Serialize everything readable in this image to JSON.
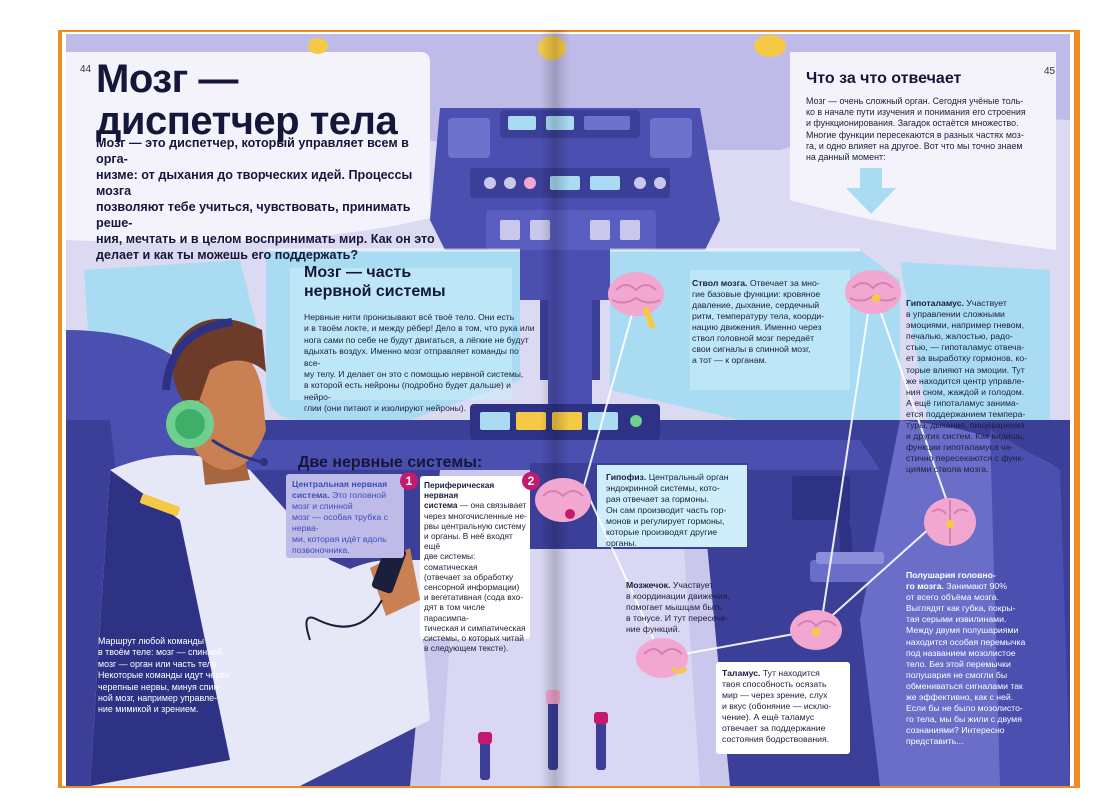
{
  "pages": {
    "left": "44",
    "right": "45"
  },
  "left": {
    "title_lines": [
      "Мозг —",
      "диспетчер тела"
    ],
    "lead_lines": [
      "Мозг — это диспетчер, который управляет всем в орга-",
      "низме: от дыхания до творческих идей. Процессы мозга",
      "позволяют тебе учиться, чувствовать, принимать реше-",
      "ния, мечтать и в целом воспринимать мир. Как он это",
      "делает и как ты можешь его поддержать?"
    ],
    "nervous": {
      "heading_lines": [
        "Мозг — часть",
        "нервной системы"
      ],
      "body_lines": [
        "Нервные нити пронизывают всё твоё тело. Они есть",
        "и в твоём локте, и между рёбер! Дело в том, что рука или",
        "нога сами по себе не будут двигаться, а лёгкие не будут",
        "вдыхать воздух. Именно мозг отправляет команды по все-",
        "му телу. И делает он это с помощью нервной системы,",
        "в которой есть нейроны (подробно будет дальше) и нейро-",
        "глии (они питают и изолируют нейроны)."
      ]
    },
    "two_systems": {
      "heading": "Две нервные системы:"
    },
    "central": {
      "title_lines": [
        "Центральная нервная",
        "система."
      ],
      "body_tail": " Это головной",
      "body_lines": [
        "мозг и спинной",
        "мозг — особая трубка с нерва-",
        "ми, которая идёт вдоль",
        "позвоночника."
      ]
    },
    "peripheral": {
      "badge": "1",
      "title_lines": [
        "Периферическая нервная",
        "система"
      ],
      "body_tail": " — она связывает",
      "body_lines": [
        "через многочисленные не-",
        "рвы центральную систему",
        "и органы. В неё входят ещё",
        "две системы: соматическая",
        "(отвечает за обработку",
        "сенсорной информации)",
        "и вегетативная (сода вхо-",
        "дят в том числе парасимпа-",
        "тическая и симпатическая",
        "системы, о которых читай",
        "в следующем тексте)."
      ]
    },
    "route_lines": [
      "Маршрут любой команды",
      "в твоём теле: мозг — спинной",
      "мозг — орган или часть тела.",
      "Некоторые команды идут через",
      "черепные нервы, минуя спин-",
      "ной мозг, например управле-",
      "ние мимикой и зрением."
    ]
  },
  "right": {
    "heading": "Что за что отвечает",
    "intro_lines": [
      "Мозг — очень сложный орган. Сегодня учёные толь-",
      "ко в начале пути изучения и понимания его строения",
      "и функционирования. Загадок остаётся множество.",
      "Многие функции пересекаются в разных частях моз-",
      "га, и одно влияет на другое. Вот что мы точно знаем",
      "на данный момент:"
    ],
    "brainstem": {
      "title": "Ствол мозга.",
      "first_tail": " Отвечает за мно-",
      "lines": [
        "гие базовые функции: кровяное",
        "давление, дыхание, сердечный",
        "ритм, температуру тела, коорди-",
        "нацию движения. Именно через",
        "ствол головной мозг передаёт",
        "свои сигналы в спинной мозг,",
        "а тот — к органам."
      ]
    },
    "hypothalamus": {
      "title": "Гипоталамус.",
      "first_tail": " Участвует",
      "lines": [
        "в управлении сложными",
        "эмоциями, например гневом,",
        "печалью, жалостью, радо-",
        "стью, — гипоталамус отвеча-",
        "ет за выработку гормонов, ко-",
        "торые влияют на эмоции. Тут",
        "же находится центр управле-",
        "ния сном, жаждой и голодом.",
        "А ещё гипоталамус занима-",
        "ется поддержанием темпера-",
        "туры, дыхания, пищеварения",
        "и других систем. Как видишь,",
        "функции гипоталамуса ча-",
        "стично пересекаются с функ-",
        "циями ствола мозга."
      ]
    },
    "pituitary": {
      "badge": "2",
      "title": "Гипофиз.",
      "first_tail": " Центральный орган",
      "lines": [
        "эндокринной системы, кото-",
        "рая отвечает за гормоны.",
        "Он сам производит часть гор-",
        "монов и регулирует гормоны,",
        "которые производят другие",
        "органы."
      ]
    },
    "cerebellum": {
      "title": "Мозжечок.",
      "first_tail": " Участвует",
      "lines": [
        "в координации движения,",
        "помогает мышцам быть",
        "в тонусе. И тут пересече-",
        "ние функций."
      ]
    },
    "thalamus": {
      "title": "Таламус.",
      "first_tail": " Тут находится",
      "lines": [
        "твоя способность осязать",
        "мир — через зрение, слух",
        "и вкус (обоняние — исклю-",
        "чение). А ещё таламус",
        "отвечает за поддержание",
        "состояния бодрствования."
      ]
    },
    "hemispheres": {
      "title_lines": [
        "Полушария головно-",
        "го мозга."
      ],
      "first_tail": " Занимают 90%",
      "lines": [
        "от всего объёма мозга.",
        "Выглядят как губка, покры-",
        "тая серыми извилинами.",
        "Между двумя полушариями",
        "находится особая перемычка",
        "под названием мозолистое",
        "тело. Без этой перемычки",
        "полушария не смогли бы",
        "обмениваться сигналами так",
        "же эффективно, как с ней.",
        "Если бы не было мозолисто-",
        "го тела, мы бы жили с двумя",
        "сознаниями? Интересно",
        "представить..."
      ]
    }
  },
  "colors": {
    "navy": "#14173a",
    "purple_dark": "#3b3f98",
    "purple": "#6a6ec9",
    "lavender": "#c9c7ec",
    "sky": "#a9dcf2",
    "sky_light": "#cdeefa",
    "pink_badge": "#c41a6e",
    "orange_edge": "#f08a24",
    "skin": "#c98052",
    "headset_green": "#6fcf8f",
    "brain_pink": "#f2a7d0"
  }
}
